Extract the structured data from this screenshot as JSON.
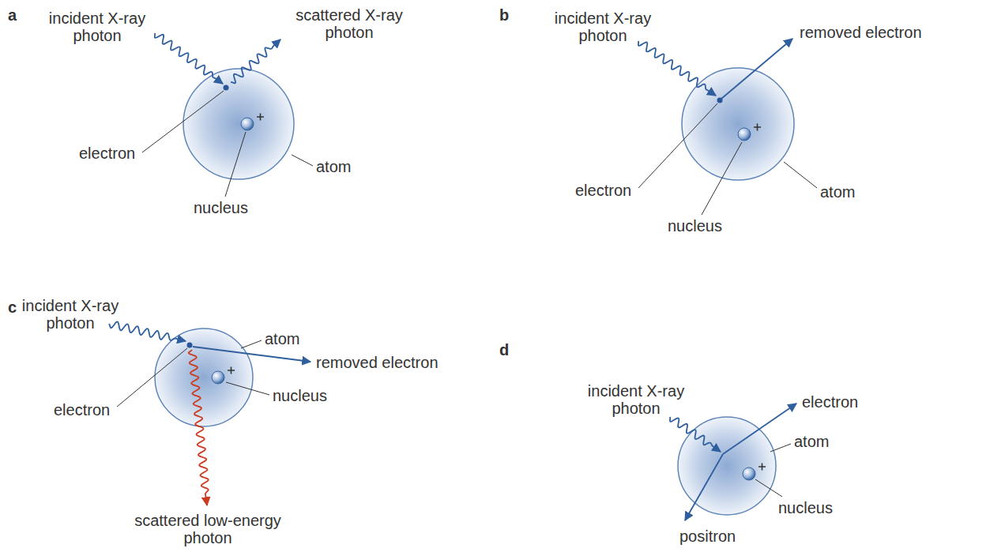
{
  "diagram": {
    "labels": [
      "a",
      "incident X-ray photon",
      "scattered X-ray photon",
      "electron",
      "atom",
      "nucleus",
      "b",
      "incident X-ray photon",
      "removed electron",
      "electron",
      "atom",
      "nucleus",
      "c",
      "incident X-ray photon",
      "atom",
      "removed electron",
      "electron",
      "nucleus",
      "scattered low-energy photon",
      "d",
      "incident X-ray photon",
      "electron",
      "atom",
      "nucleus",
      "positron"
    ]
  }
}
